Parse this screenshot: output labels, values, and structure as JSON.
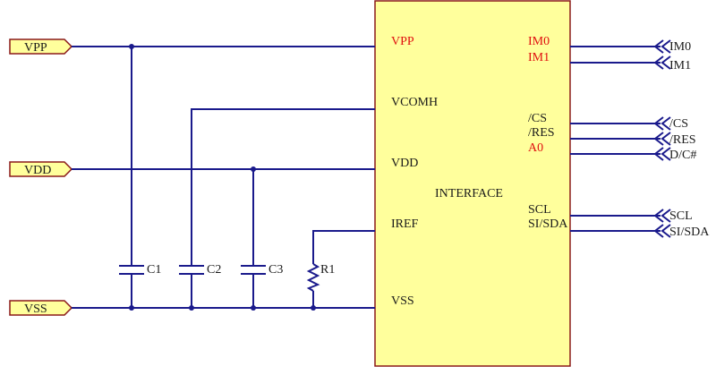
{
  "chip": {
    "name": "INTERFACE",
    "left_pins": {
      "vpp": "VPP",
      "vcomh": "VCOMH",
      "vdd": "VDD",
      "iref": "IREF",
      "vss": "VSS"
    },
    "right_pins": {
      "im0": "IM0",
      "im1": "IM1",
      "cs": "/CS",
      "res": "/RES",
      "a0": "A0",
      "scl": "SCL",
      "sisda": "SI/SDA"
    }
  },
  "power_ports": {
    "vpp": "VPP",
    "vdd": "VDD",
    "vss": "VSS"
  },
  "components": {
    "c1": "C1",
    "c2": "C2",
    "c3": "C3",
    "r1": "R1"
  },
  "bus_labels": {
    "im0": "IM0",
    "im1": "IM1",
    "cs": "/CS",
    "res": "/RES",
    "dc": "D/C#",
    "scl": "SCL",
    "sisda": "SI/SDA"
  },
  "colors": {
    "wire": "#1a1a8c",
    "chip_fill": "#ffff9c",
    "chip_border": "#8b1a1a",
    "red_pin_text": "#e01010"
  }
}
